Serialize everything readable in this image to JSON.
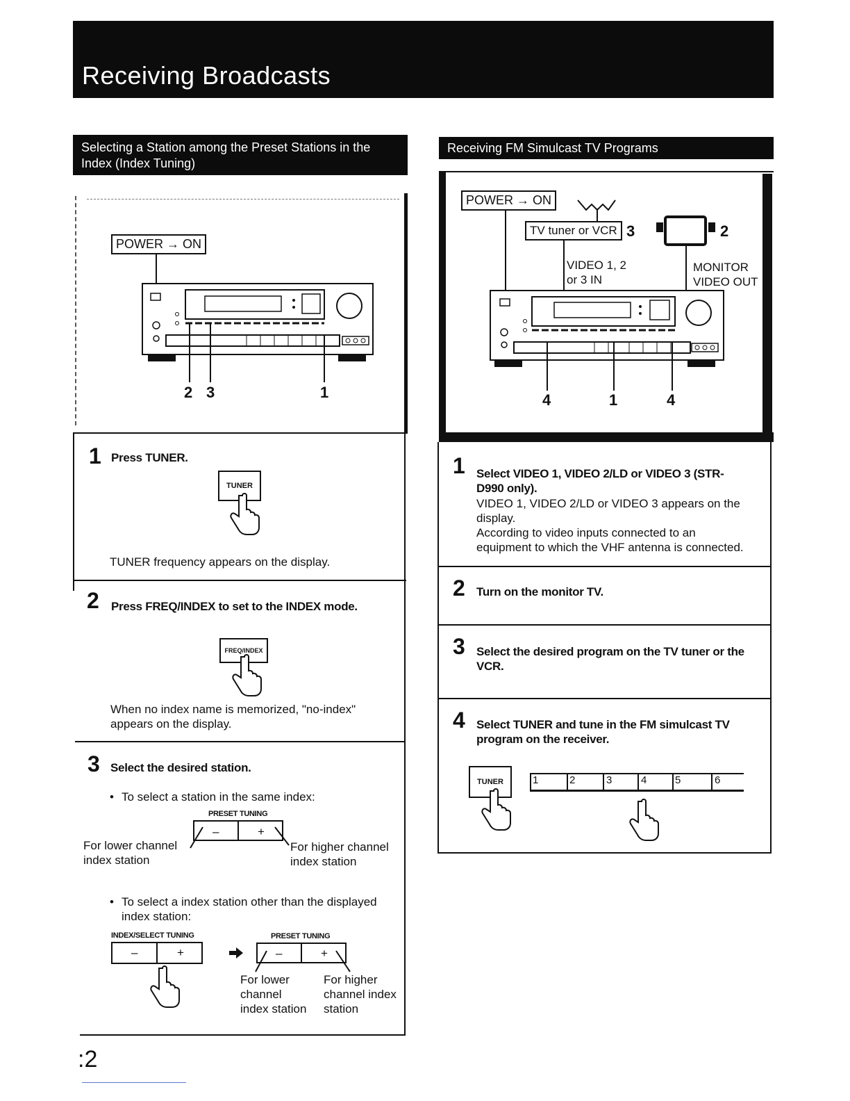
{
  "header": {
    "title": "Receiving Broadcasts"
  },
  "left": {
    "section_title": "Selecting a Station among the Preset Stations in the Index (Index Tuning)",
    "power_label": "POWER → ON",
    "callouts": [
      "2",
      "3",
      "1"
    ],
    "step1": {
      "num": "1",
      "heading": "Press TUNER.",
      "button": "TUNER",
      "text": "TUNER frequency appears on the display."
    },
    "step2": {
      "num": "2",
      "heading": "Press FREQ/INDEX to set to the INDEX mode.",
      "button": "FREQ/INDEX",
      "text_line1": "When no index name is memorized, \"no-index\"",
      "text_line2": "appears on the display."
    },
    "step3": {
      "num": "3",
      "heading": "Select the desired station.",
      "bullet1": "To select a station in the same index:",
      "preset_tuning": "PRESET TUNING",
      "minus": "–",
      "plus": "+",
      "lower_line1": "For lower channel",
      "lower_line2": "index station",
      "higher_line1": "For higher channel",
      "higher_line2": "index station",
      "bullet2_line1": "To select a index station other than the displayed",
      "bullet2_line2": "index station:",
      "index_select_tuning": "INDEX/SELECT TUNING",
      "preset_tuning2": "PRESET TUNING",
      "lower2_line1": "For lower",
      "lower2_line2": "channel",
      "lower2_line3": "index station",
      "higher2_line1": "For higher",
      "higher2_line2": "channel index",
      "higher2_line3": "station"
    }
  },
  "right": {
    "section_title": "Receiving FM Simulcast TV Programs",
    "power_label": "POWER → ON",
    "tv_tuner_label": "TV tuner or VCR",
    "tv_tuner_num": "3",
    "monitor_num": "2",
    "video_in_line1": "VIDEO 1, 2",
    "video_in_line2": "or 3 IN",
    "monitor_out_line1": "MONITOR",
    "monitor_out_line2": "VIDEO OUT",
    "callouts": [
      "4",
      "1",
      "4"
    ],
    "step1": {
      "num": "1",
      "heading_line1": "Select VIDEO 1, VIDEO 2/LD or VIDEO 3 (STR-",
      "heading_line2": "D990 only).",
      "text_line1": "VIDEO 1, VIDEO 2/LD or VIDEO 3 appears on the",
      "text_line2": "display.",
      "text_line3": "According to video inputs connected to an",
      "text_line4": "equipment to which the VHF antenna is connected."
    },
    "step2": {
      "num": "2",
      "heading": "Turn on the monitor TV."
    },
    "step3": {
      "num": "3",
      "heading_line1": "Select the desired program on the TV tuner or the",
      "heading_line2": "VCR."
    },
    "step4": {
      "num": "4",
      "heading_line1": "Select TUNER and tune in the FM simulcast TV",
      "heading_line2": "program on the receiver.",
      "button": "TUNER",
      "presets": [
        "1",
        "2",
        "3",
        "4",
        "5",
        "6"
      ]
    }
  },
  "footer": {
    "page_number": ":2"
  }
}
